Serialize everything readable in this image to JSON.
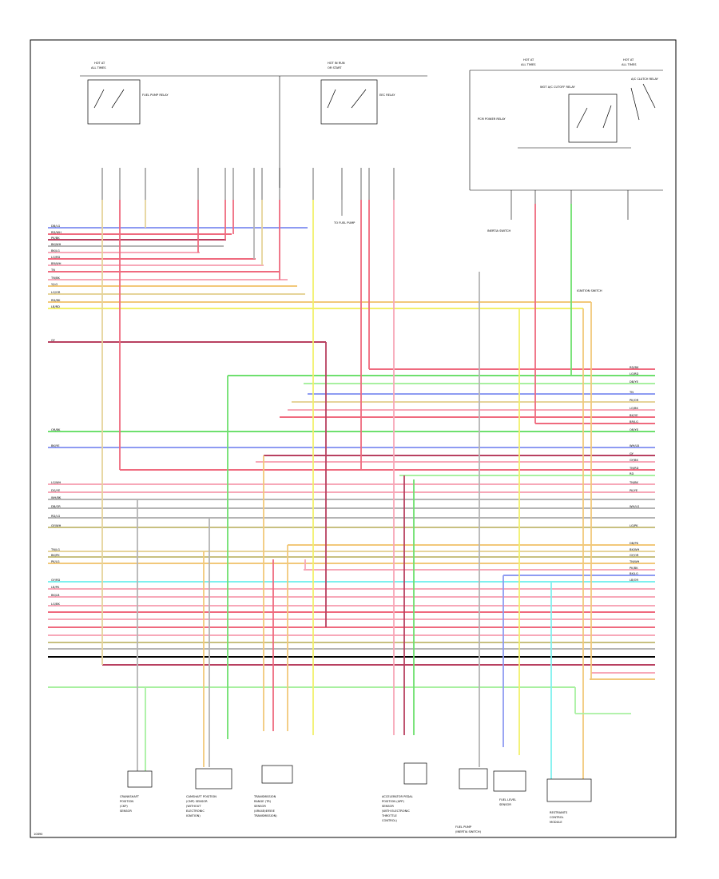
{
  "figure_code": "10890",
  "fuses": [
    {
      "top": "HOT AT",
      "bottom": "ALL TIMES"
    },
    {
      "top": "HOT IN RUN",
      "bottom": "OR START"
    },
    {
      "top": "HOT AT",
      "bottom": "ALL TIMES"
    },
    {
      "top": "HOT AT",
      "bottom": "ALL TIMES"
    }
  ],
  "relays": [
    "FUEL PUMP RELAY",
    "EEC RELAY",
    "WOT A/C CUTOFF RELAY",
    "PCM POWER RELAY",
    "A/C CLUTCH RELAY"
  ],
  "wire_colors": {
    "red": "#ef6a7e",
    "pink": "#f7a8b8",
    "yellow": "#f2f06a",
    "green": "#6ee06e",
    "lightgreen": "#a8f0a0",
    "blue": "#8e9bf2",
    "cyan": "#7ef0ee",
    "orange": "#f2c87a",
    "tan": "#e6d49a",
    "olive": "#c8c080",
    "gray": "#b4b4b4",
    "darkred": "#b84060",
    "violet": "#c890e0",
    "black": "#000000"
  },
  "left_wire_labels": [
    "DB/LG",
    "RD/WH",
    "PK/BK",
    "BK/WH",
    "BK/LG",
    "LG/RD",
    "BR/WH",
    "TN",
    "TN/BK",
    "Y/LG",
    "LG/OR",
    "RD/BK",
    "LB/RD",
    "GY",
    "OR/BK",
    "BK/YE",
    "LG/WH",
    "DG/YE",
    "WH/BK",
    "DB/OR",
    "RD/LG",
    "GY/WH",
    "TN/LG",
    "BK/PK",
    "PK/LG",
    "GY/RD",
    "LB/PK",
    "BK/LB",
    "LG/BK"
  ],
  "right_wire_labels": [
    "RD/BK",
    "LG/RD",
    "DB/YE",
    "TN",
    "PK/OR",
    "LG/BK",
    "BK/YE",
    "BR/LG",
    "OR/YE",
    "WH/LB",
    "GY",
    "GY/BK",
    "TN/RD",
    "RD",
    "TN/BK",
    "PK/YE",
    "WH/LG",
    "LG/PK",
    "DB/PK",
    "BK/WH",
    "GY/OR",
    "TN/WH",
    "PK/BK",
    "BK/LG",
    "LB/OR"
  ],
  "components": [
    {
      "lines": [
        "CRANKSHAFT",
        "POSITION",
        "(CKP)",
        "SENSOR"
      ]
    },
    {
      "lines": [
        "CAMSHAFT POSITION",
        "(CMP) SENSOR",
        "(WITHOUT",
        "ELECTRONIC",
        "IGNITION)"
      ]
    },
    {
      "lines": [
        "TRANSMISSION",
        "RANGE (TR)",
        "SENSOR",
        "(4R44E/4R55E",
        "TRANSMISSION)"
      ]
    },
    {
      "lines": [
        "ACCELERATOR PEDAL",
        "POSITION (APP)",
        "SENSOR",
        "(WITH ELECTRONIC",
        "THROTTLE",
        "CONTROL)"
      ]
    },
    {
      "lines": [
        "FUEL PUMP",
        "(INERTIA SWITCH)"
      ]
    },
    {
      "lines": [
        "FUEL LEVEL",
        "SENSOR"
      ]
    },
    {
      "lines": [
        "RESTRAINTS",
        "CONTROL",
        "MODULE"
      ]
    }
  ],
  "notes": [
    "TO FUEL PUMP",
    "INERTIA SWITCH",
    "IGNITION SWITCH"
  ]
}
